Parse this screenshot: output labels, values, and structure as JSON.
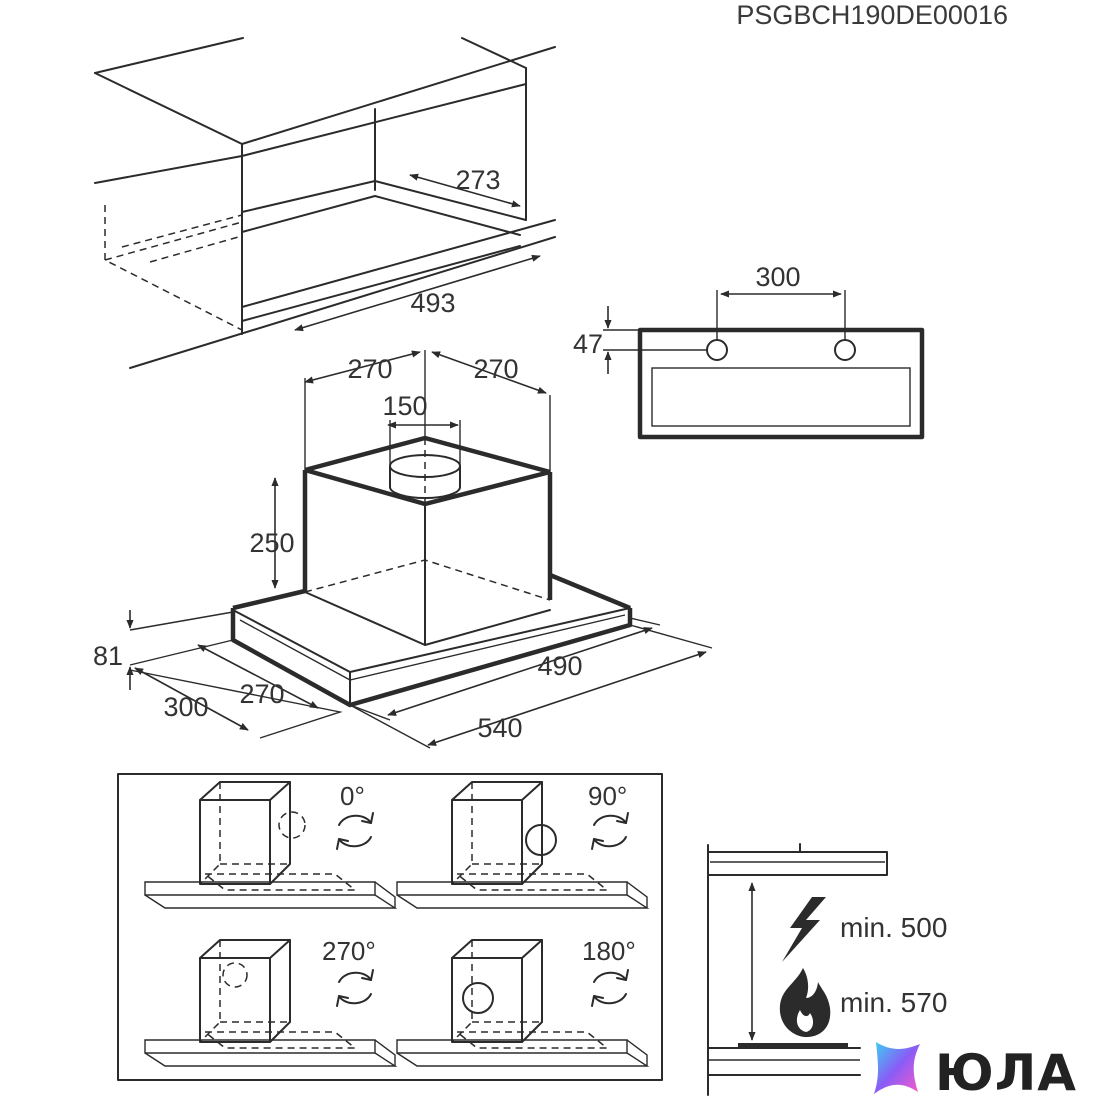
{
  "document": {
    "code": "PSGBCH190DE00016"
  },
  "cabinet_view": {
    "dims": {
      "depth": "273",
      "width": "493"
    }
  },
  "mount_plate_view": {
    "dims": {
      "hole_spacing": "300",
      "hole_height": "47"
    }
  },
  "hood_view": {
    "dims": {
      "half_width_left": "270",
      "half_width_right": "270",
      "duct_diameter": "150",
      "box_height": "250",
      "panel_height": "81",
      "box_depth": "270",
      "panel_depth": "300",
      "box_width": "490",
      "panel_width": "540"
    }
  },
  "rotation_panel": {
    "options": [
      {
        "angle": "0°"
      },
      {
        "angle": "90°"
      },
      {
        "angle": "270°"
      },
      {
        "angle": "180°"
      }
    ]
  },
  "clearance_panel": {
    "electric_label": "min. 500",
    "gas_label": "min. 570"
  },
  "watermark": {
    "brand_text": "ЮЛА",
    "colors": {
      "logo_gradient_start": "#3ad1f2",
      "logo_gradient_mid": "#8a5cf6",
      "logo_gradient_end": "#ff5ac8"
    }
  }
}
